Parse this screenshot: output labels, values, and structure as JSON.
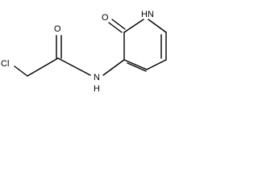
{
  "molecule": {
    "atoms": {
      "chlorine": "Cl",
      "carbonyl_oxygen": "O",
      "amide_nitrogen": "N",
      "amide_hydrogen": "H",
      "ring_oxygen": "O",
      "ring_nitrogen": "N",
      "ring_hydrogen": "H"
    },
    "colors": {
      "bond": "#000000",
      "text": "#000000",
      "background": "#ffffff"
    }
  }
}
